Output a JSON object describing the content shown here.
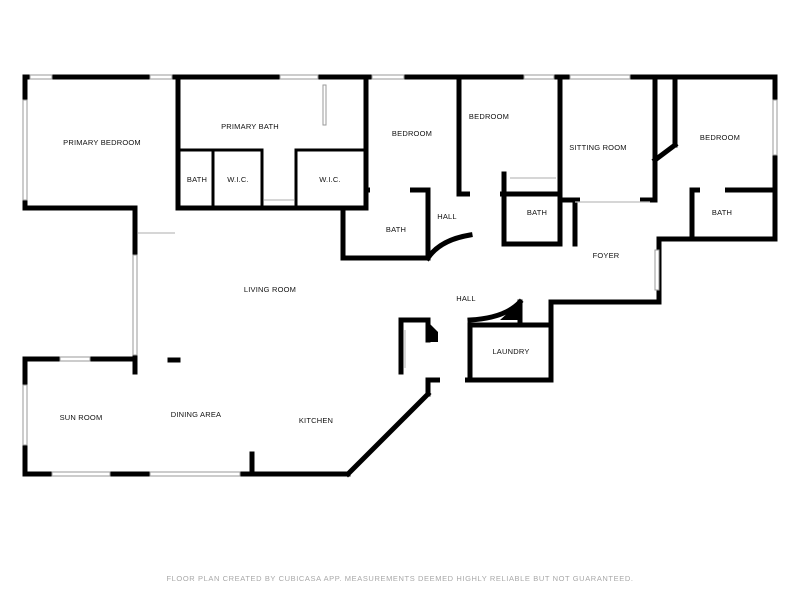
{
  "rooms": {
    "primary_bedroom": "PRIMARY BEDROOM",
    "primary_bath": "PRIMARY BATH",
    "bath_1": "BATH",
    "wic_1": "W.I.C.",
    "wic_2": "W.I.C.",
    "bedroom_1": "BEDROOM",
    "bedroom_2": "BEDROOM",
    "sitting_room": "SITTING ROOM",
    "bedroom_3": "BEDROOM",
    "bath_2": "BATH",
    "hall_1": "HALL",
    "bath_3": "BATH",
    "bath_4": "BATH",
    "foyer": "FOYER",
    "living_room": "LIVING ROOM",
    "hall_2": "HALL",
    "laundry": "LAUNDRY",
    "sun_room": "SUN ROOM",
    "dining_area": "DINING AREA",
    "kitchen": "KITCHEN"
  },
  "footer": {
    "credit": "FLOOR PLAN CREATED BY CUBICASA APP. MEASUREMENTS DEEMED HIGHLY RELIABLE BUT NOT GUARANTEED."
  }
}
